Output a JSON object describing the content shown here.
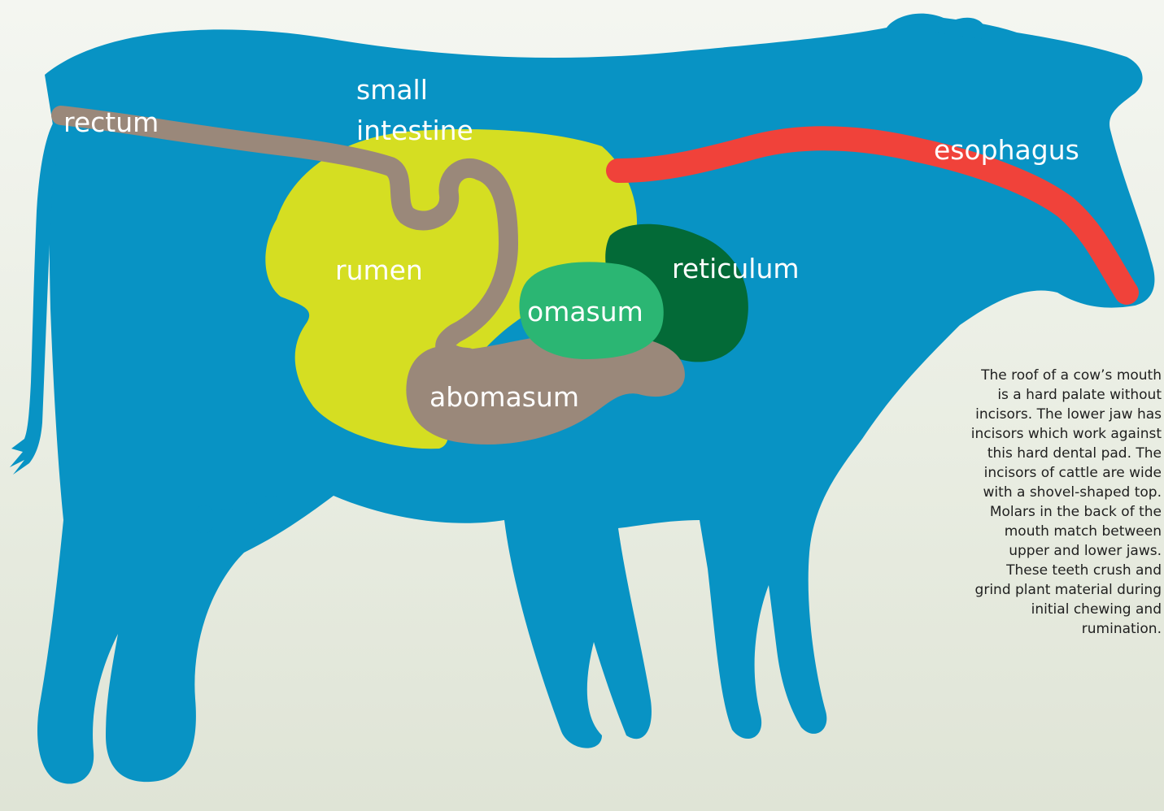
{
  "colors": {
    "background": "#eef1e8",
    "body": "#0893c4",
    "rumen": "#d5de22",
    "intestine": "#9a887a",
    "esophagus": "#f0423a",
    "reticulum": "#036a37",
    "omasum": "#2bb673",
    "label_text": "#ffffff",
    "note_text": "#1f1f1f"
  },
  "labels": {
    "small_intestine_line1": "small",
    "small_intestine_line2": "intestine",
    "rectum": "rectum",
    "esophagus": "esophagus",
    "rumen": "rumen",
    "reticulum": "reticulum",
    "omasum": "omasum",
    "abomasum": "abomasum"
  },
  "description_lines": [
    "The roof of a cow’s mouth",
    "is a hard palate without",
    "incisors. The lower jaw has",
    "incisors which work against",
    "this hard dental pad. The",
    "incisors of cattle are wide",
    "with a shovel-shaped top.",
    "Molars in the back of the",
    "mouth match between",
    "upper and lower jaws.",
    "These teeth crush and",
    "grind plant material during",
    "initial chewing and",
    "rumination."
  ]
}
